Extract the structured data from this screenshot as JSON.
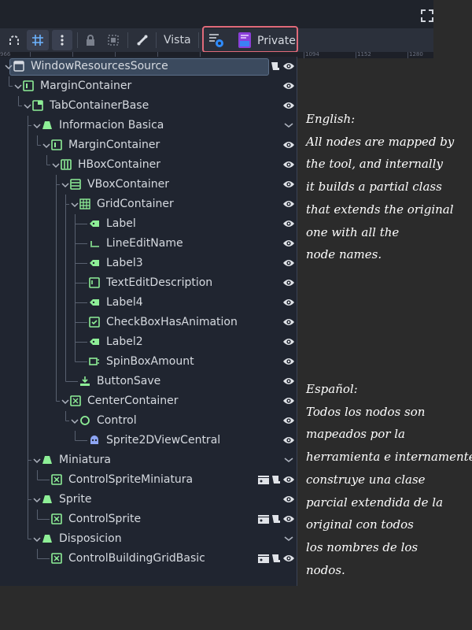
{
  "toolbar": {
    "view_menu_label": "Vista",
    "plugin_label": "Private"
  },
  "ruler": {
    "labels": [
      "966",
      "1094",
      "1152",
      "1280"
    ]
  },
  "scene_tree": {
    "nodes": [
      {
        "label": "WindowResourcesSource",
        "icon": "window-icon"
      },
      {
        "label": "MarginContainer",
        "icon": "margin-container-icon"
      },
      {
        "label": "TabContainerBase",
        "icon": "tab-container-icon"
      },
      {
        "label": "Informacion Basica",
        "icon": "panel-icon"
      },
      {
        "label": "MarginContainer",
        "icon": "margin-container-icon"
      },
      {
        "label": "HBoxContainer",
        "icon": "hbox-icon"
      },
      {
        "label": "VBoxContainer",
        "icon": "vbox-icon"
      },
      {
        "label": "GridContainer",
        "icon": "grid-container-icon"
      },
      {
        "label": "Label",
        "icon": "label-icon"
      },
      {
        "label": "LineEditName",
        "icon": "line-edit-icon"
      },
      {
        "label": "Label3",
        "icon": "label-icon"
      },
      {
        "label": "TextEditDescription",
        "icon": "text-edit-icon"
      },
      {
        "label": "Label4",
        "icon": "label-icon"
      },
      {
        "label": "CheckBoxHasAnimation",
        "icon": "checkbox-icon"
      },
      {
        "label": "Label2",
        "icon": "label-icon"
      },
      {
        "label": "SpinBoxAmount",
        "icon": "spinbox-icon"
      },
      {
        "label": "ButtonSave",
        "icon": "button-icon"
      },
      {
        "label": "CenterContainer",
        "icon": "center-container-icon"
      },
      {
        "label": "Control",
        "icon": "control-icon"
      },
      {
        "label": "Sprite2DViewCentral",
        "icon": "sprite2d-icon"
      },
      {
        "label": "Miniatura",
        "icon": "panel-icon"
      },
      {
        "label": "ControlSpriteMiniatura",
        "icon": "scene-instance-icon"
      },
      {
        "label": "Sprite",
        "icon": "panel-icon"
      },
      {
        "label": "ControlSprite",
        "icon": "scene-instance-icon"
      },
      {
        "label": "Disposicion",
        "icon": "panel-icon"
      },
      {
        "label": "ControlBuildingGridBasic",
        "icon": "scene-instance-icon"
      }
    ]
  },
  "notes": {
    "english": [
      "English:",
      "All nodes are mapped by",
      "the tool, and internally",
      "it builds a partial class",
      "that extends the original",
      "one with all the",
      "node names."
    ],
    "spanish": [
      "Español:",
      "Todos los nodos son",
      "mapeados por la",
      "herramienta e internamente",
      "construye una clase",
      "parcial extendida de la",
      "original con todos",
      "los nombres de los",
      "nodos."
    ]
  },
  "colors": {
    "node_icon_green": "#8eef97",
    "sprite_icon_blue": "#8da5f3",
    "highlight_border": "#e06a7a"
  }
}
